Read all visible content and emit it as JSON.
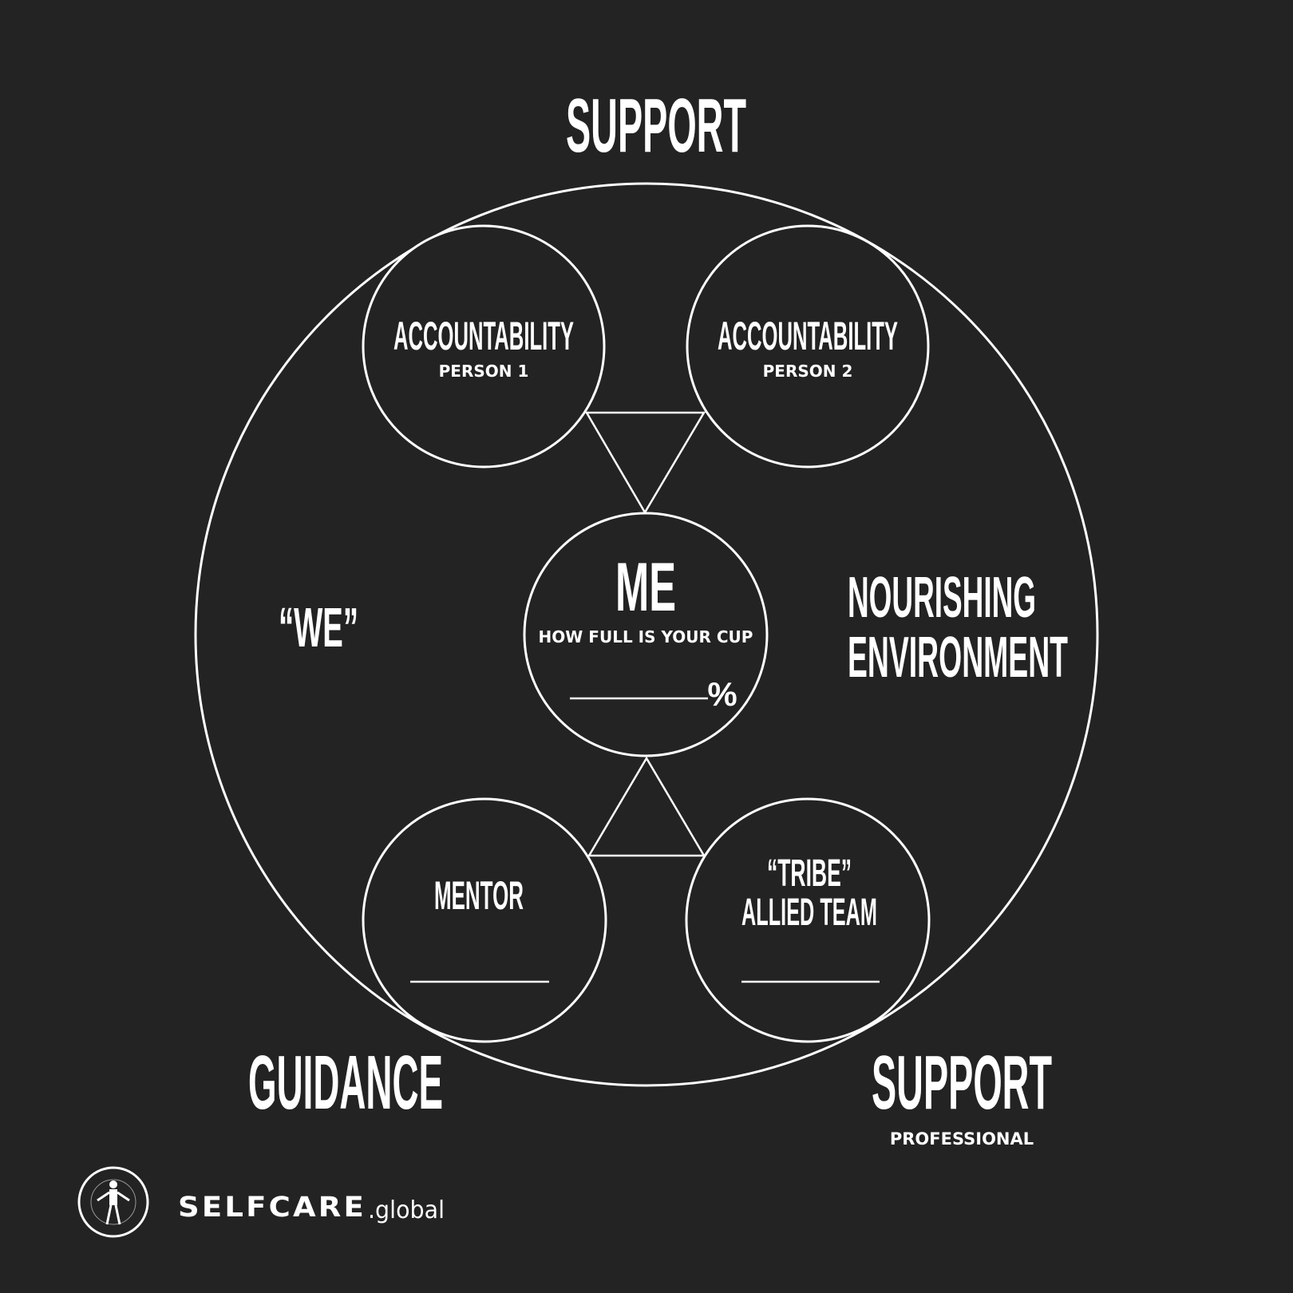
{
  "colors": {
    "background": "#232323",
    "foreground": "#ffffff"
  },
  "labels": {
    "support_top": "SUPPORT",
    "we": "“WE”",
    "nourishing_line1": "NOURISHING",
    "nourishing_line2": "ENVIRONMENT",
    "guidance": "GUIDANCE",
    "support_bottom": "SUPPORT",
    "support_bottom_sub": "PROFESSIONAL"
  },
  "circles": {
    "accountability_1": {
      "title": "ACCOUNTABILITY",
      "subtitle": "PERSON 1"
    },
    "accountability_2": {
      "title": "ACCOUNTABILITY",
      "subtitle": "PERSON 2"
    },
    "me": {
      "title": "ME",
      "subtitle": "HOW FULL IS YOUR CUP",
      "percent": "%"
    },
    "mentor": {
      "title": "MENTOR"
    },
    "tribe": {
      "title_line1": "“TRIBE”",
      "title_line2": "ALLIED TEAM"
    }
  },
  "brand": {
    "name": "SELFCARE",
    "suffix": ".global",
    "logo_icon": "human-figure-logo-icon"
  }
}
